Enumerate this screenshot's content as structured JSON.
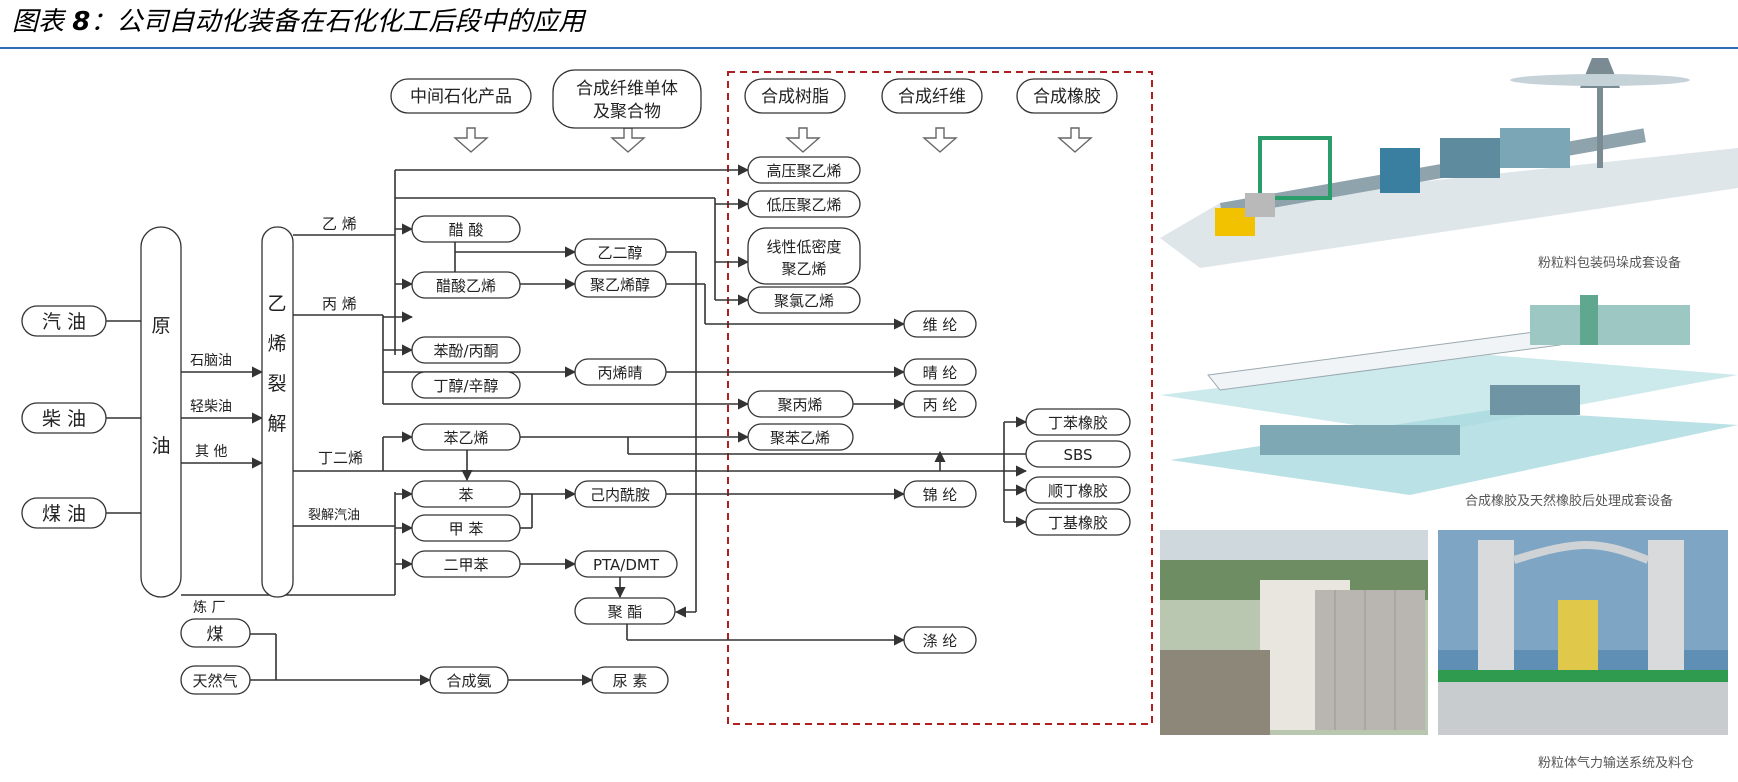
{
  "title": {
    "prefix": "图表",
    "number": "8",
    "text": "：公司自动化装备在石化化工后段中的应用"
  },
  "sources": {
    "gasoline": "汽 油",
    "diesel": "柴 油",
    "kerosene": "煤 油",
    "crude": "原\n\n油",
    "coal": "煤",
    "natural_gas": "天然气"
  },
  "cracking": "乙\n\n烯\n\n裂\n\n解",
  "feeds": {
    "naphtha": "石脑油",
    "light_diesel": "轻柴油",
    "other": "其 他",
    "refinery": "炼 厂"
  },
  "olefins": {
    "ethylene": "乙 烯",
    "propylene": "丙 烯",
    "butadiene": "丁二烯",
    "cracked_gasoline": "裂解汽油"
  },
  "headers": {
    "intermediate": "中间石化产品",
    "fiber_monomer_1": "合成纤维单体",
    "fiber_monomer_2": "及聚合物",
    "resin": "合成树脂",
    "fiber": "合成纤维",
    "rubber": "合成橡胶"
  },
  "intermediates": {
    "acetic_acid": "醋 酸",
    "vinyl_acetate": "醋酸乙烯",
    "phenol_acetone": "苯酚/丙酮",
    "butanol_octanol": "丁醇/辛醇",
    "styrene": "苯乙烯",
    "benzene": "苯",
    "toluene": "甲 苯",
    "xylene": "二甲苯",
    "synthetic_ammonia": "合成氨"
  },
  "monomers": {
    "ethylene_glycol": "乙二醇",
    "polyvinyl_alcohol": "聚乙烯醇",
    "acrylonitrile": "丙烯晴",
    "caprolactam": "己内酰胺",
    "pta_dmt": "PTA/DMT",
    "polyester": "聚 酯",
    "urea": "尿 素"
  },
  "resins": {
    "hdpe_high_pressure": "高压聚乙烯",
    "low_pressure_pe": "低压聚乙烯",
    "lldpe_1": "线性低密度",
    "lldpe_2": "聚乙烯",
    "pvc": "聚氯乙烯",
    "pp": "聚丙烯",
    "ps": "聚苯乙烯"
  },
  "fibers": {
    "vinylon": "维 纶",
    "acrylic": "晴 纶",
    "polypropylene_fiber": "丙 纶",
    "nylon": "锦 纶",
    "polyester_fiber": "涤 纶"
  },
  "rubbers": {
    "sbr": "丁苯橡胶",
    "sbs": "SBS",
    "br": "顺丁橡胶",
    "iir": "丁基橡胶"
  },
  "captions": {
    "packaging": "粉粒料包装码垛成套设备",
    "rubber_post": "合成橡胶及天然橡胶后处理成套设备",
    "conveying": "粉粒体气力输送系统及料仓"
  },
  "colors": {
    "accent_rule": "#2f6db3",
    "dashed_box": "#b02020",
    "flow_line": "#333333"
  }
}
